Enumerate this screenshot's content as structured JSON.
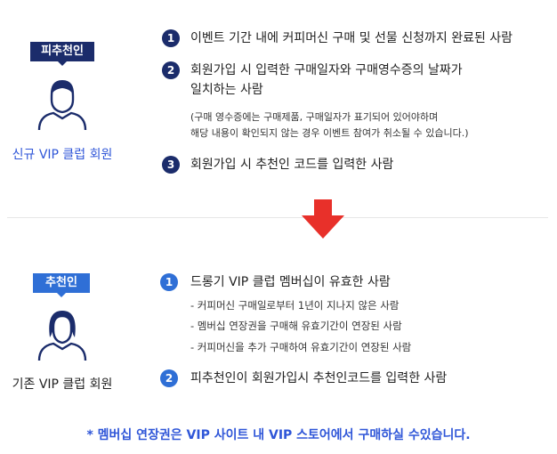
{
  "referee": {
    "badge": "피추천인",
    "label": "신규 VIP 클럽 회원",
    "conditions": [
      {
        "num": "1",
        "text": "이벤트 기간 내에 커피머신 구매 및 선물 신청까지 완료된 사람"
      },
      {
        "num": "2",
        "line1": "회원가입 시 입력한 구매일자와 구매영수증의 날짜가",
        "line2": "일치하는 사람",
        "note1": "(구매 영수증에는 구매제품, 구매일자가 표기되어 있어야하며",
        "note2": "해당 내용이 확인되지 않는 경우 이벤트 참여가 취소될 수 있습니다.)"
      },
      {
        "num": "3",
        "text": "회원가입 시 추천인 코드를 입력한 사람"
      }
    ]
  },
  "referrer": {
    "badge": "추천인",
    "label": "기존 VIP 클럽 회원",
    "conditions": [
      {
        "num": "1",
        "text": "드롱기 VIP 클럽 멤버십이 유효한 사람",
        "bullets": [
          "- 커피머신 구매일로부터 1년이 지나지 않은 사람",
          "- 멤버십 연장권을 구매해 유효기간이 연장된 사람",
          "- 커피머신을 추가 구매하여 유효기간이 연장된 사람"
        ]
      },
      {
        "num": "2",
        "text": "피추천인이 회원가입시 추천인코드를 입력한 사람"
      }
    ]
  },
  "footer": "* 멤버십 연장권은 VIP 사이트 내 VIP 스토어에서 구매하실 수있습니다.",
  "colors": {
    "dark_navy": "#1b2c6b",
    "blue": "#2f6fd6",
    "arrow_red": "#e8302a",
    "footer_blue": "#2f56d8"
  },
  "icons": {
    "referee": "person-male-icon",
    "referrer": "person-female-icon",
    "divider": "arrow-down-icon"
  }
}
